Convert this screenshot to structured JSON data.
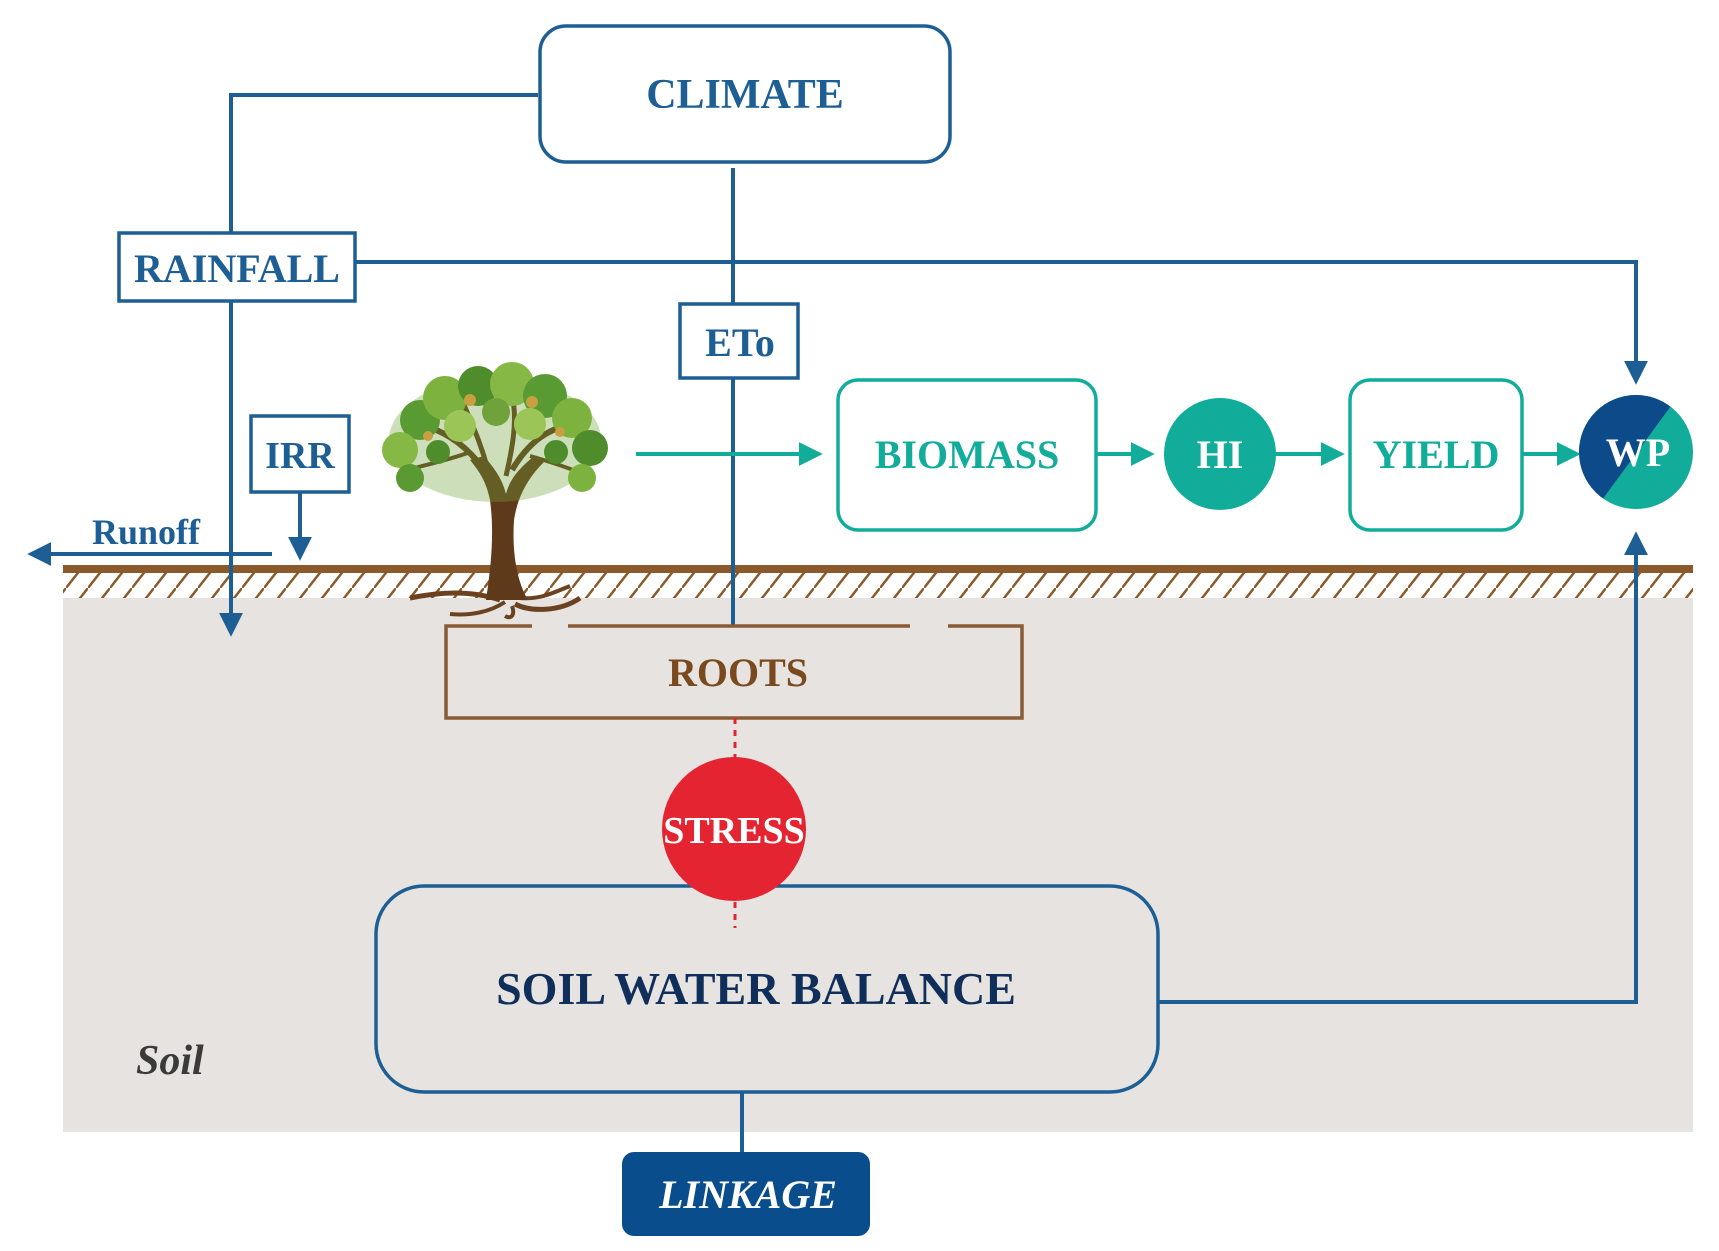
{
  "nodes": {
    "climate": "CLIMATE",
    "rainfall": "RAINFALL",
    "eto": "ETo",
    "irr": "IRR",
    "runoff": "Runoff",
    "biomass": "BIOMASS",
    "hi": "HI",
    "yield": "YIELD",
    "wp": "WP",
    "roots": "ROOTS",
    "stress": "STRESS",
    "soil_water_balance": "SOIL WATER BALANCE",
    "soil": "Soil",
    "linkage": "LINKAGE"
  },
  "colors": {
    "blue": "#1d5f94",
    "dark_navy": "#0f2f5a",
    "teal": "#12ad9a",
    "brown": "#7a4a1e",
    "ground": "#8b5a2b",
    "soil_bg": "#e6e3e1",
    "stress_red": "#e52431",
    "linkage_blue": "#0a4d8c",
    "wp_dark": "#0d4a8a"
  },
  "icons": {
    "tree": "tree-icon"
  }
}
